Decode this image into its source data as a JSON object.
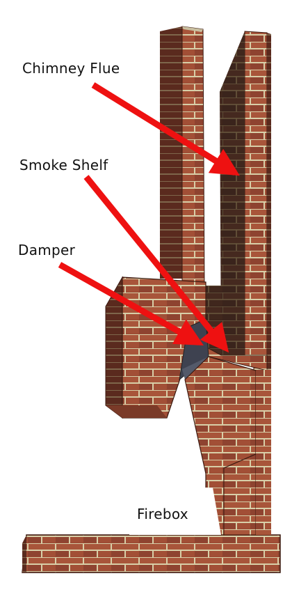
{
  "labels": {
    "chimney_flue": "Chimney Flue",
    "smoke_shelf": "Smoke Shelf",
    "damper": "Damper",
    "firebox": "Firebox"
  },
  "colors": {
    "brick": "#9a4a33",
    "brick_dark": "#5a2a1e",
    "mortar": "#d8cfa8",
    "flue_interior": "#3a241c",
    "damper_plate": "#3e4250",
    "arrow": "#ee1111",
    "label_text": "#111111"
  }
}
